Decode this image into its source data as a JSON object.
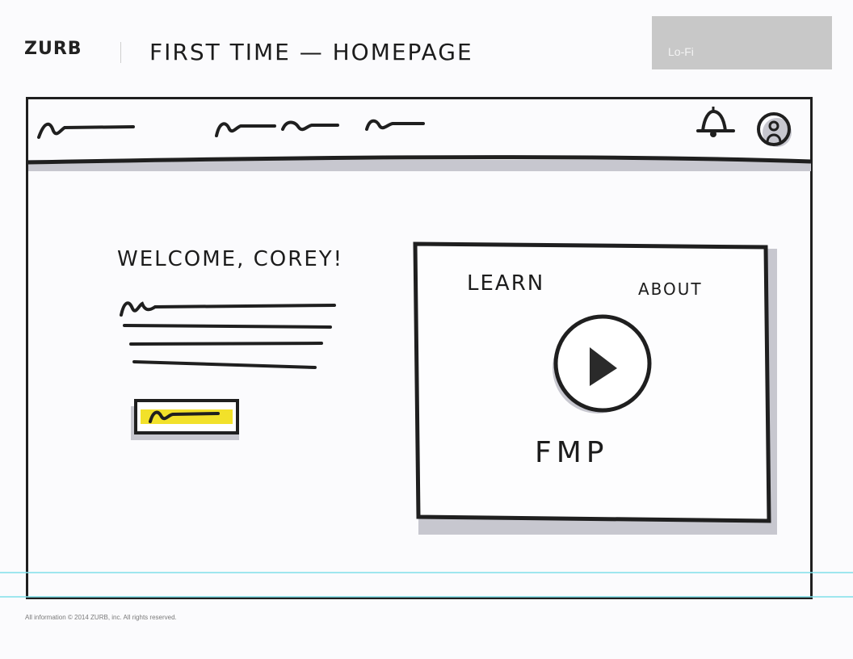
{
  "header": {
    "logo": "ZURB",
    "title": "FIRST TIME — HOMEPAGE",
    "fidelity_badge": "Lo-Fi"
  },
  "mockup": {
    "welcome_heading": "WELCOME, COREY!",
    "video_card": {
      "link_left": "LEARN",
      "link_right": "ABOUT",
      "caption": "FMP"
    }
  },
  "footer": {
    "copyright": "All information © 2014 ZURB, inc.  All rights reserved."
  },
  "colors": {
    "ink": "#1f1f1f",
    "marker_gray": "#c7c7cf",
    "highlight_yellow": "#f2e12a",
    "badge_gray": "#c8c8c8",
    "guide_cyan": "#7fe0ea"
  }
}
